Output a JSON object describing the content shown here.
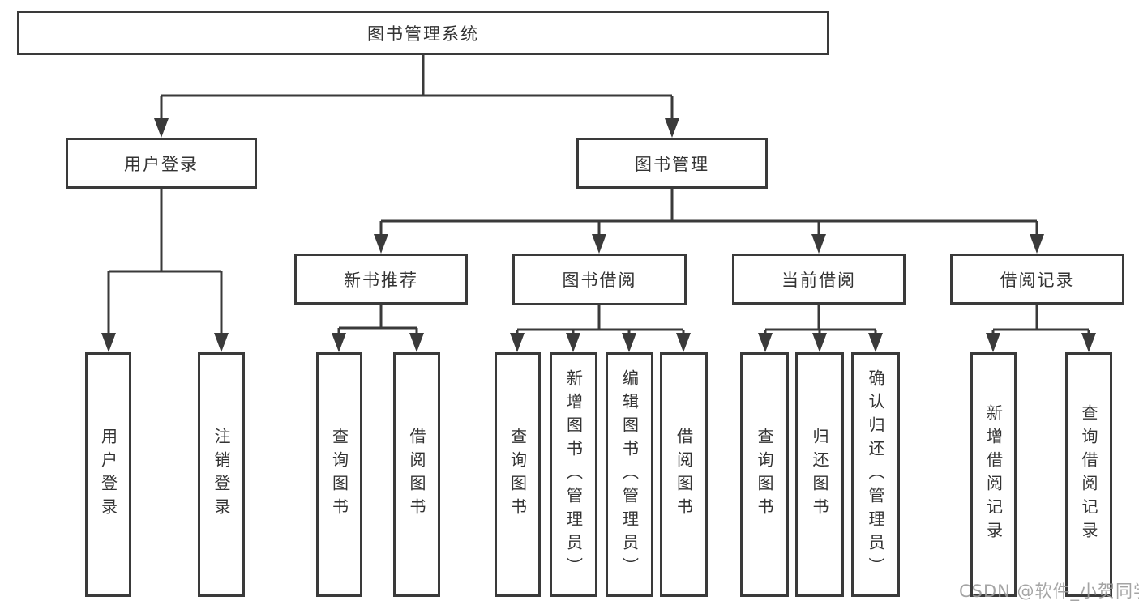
{
  "watermark": "CSDN @软件_小贺同学",
  "colors": {
    "line": "#3a3a3a",
    "text": "#333333",
    "background": "#ffffff",
    "watermark": "#9b9b9b"
  },
  "tree": {
    "root": {
      "label": "图书管理系统"
    },
    "branches": [
      {
        "label": "用户登录",
        "children": [
          {
            "label": "用户登录"
          },
          {
            "label": "注销登录"
          }
        ]
      },
      {
        "label": "图书管理",
        "children": [
          {
            "label": "新书推荐",
            "children": [
              {
                "label": "查询图书"
              },
              {
                "label": "借阅图书"
              }
            ]
          },
          {
            "label": "图书借阅",
            "children": [
              {
                "label": "查询图书"
              },
              {
                "label": "新增图书（管理员）"
              },
              {
                "label": "编辑图书（管理员）"
              },
              {
                "label": "借阅图书"
              }
            ]
          },
          {
            "label": "当前借阅",
            "children": [
              {
                "label": "查询图书"
              },
              {
                "label": "归还图书"
              },
              {
                "label": "确认归还（管理员）"
              }
            ]
          },
          {
            "label": "借阅记录",
            "children": [
              {
                "label": "新增借阅记录"
              },
              {
                "label": "查询借阅记录"
              }
            ]
          }
        ]
      }
    ]
  }
}
